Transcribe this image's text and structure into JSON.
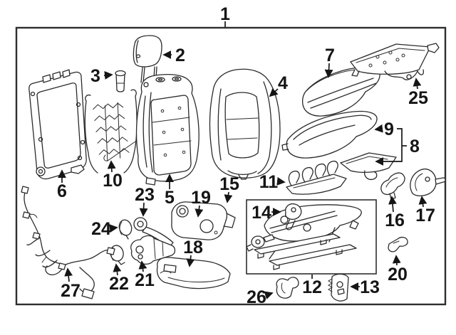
{
  "figure": {
    "type": "exploded-parts-diagram"
  },
  "callouts": [
    "1",
    "2",
    "3",
    "4",
    "5",
    "6",
    "7",
    "8",
    "9",
    "10",
    "11",
    "12",
    "13",
    "14",
    "15",
    "16",
    "17",
    "18",
    "19",
    "20",
    "21",
    "22",
    "23",
    "24",
    "25",
    "26",
    "27"
  ],
  "colors": {
    "background": "#ffffff",
    "line_art": "#2b2b2b",
    "label_text": "#151515"
  }
}
